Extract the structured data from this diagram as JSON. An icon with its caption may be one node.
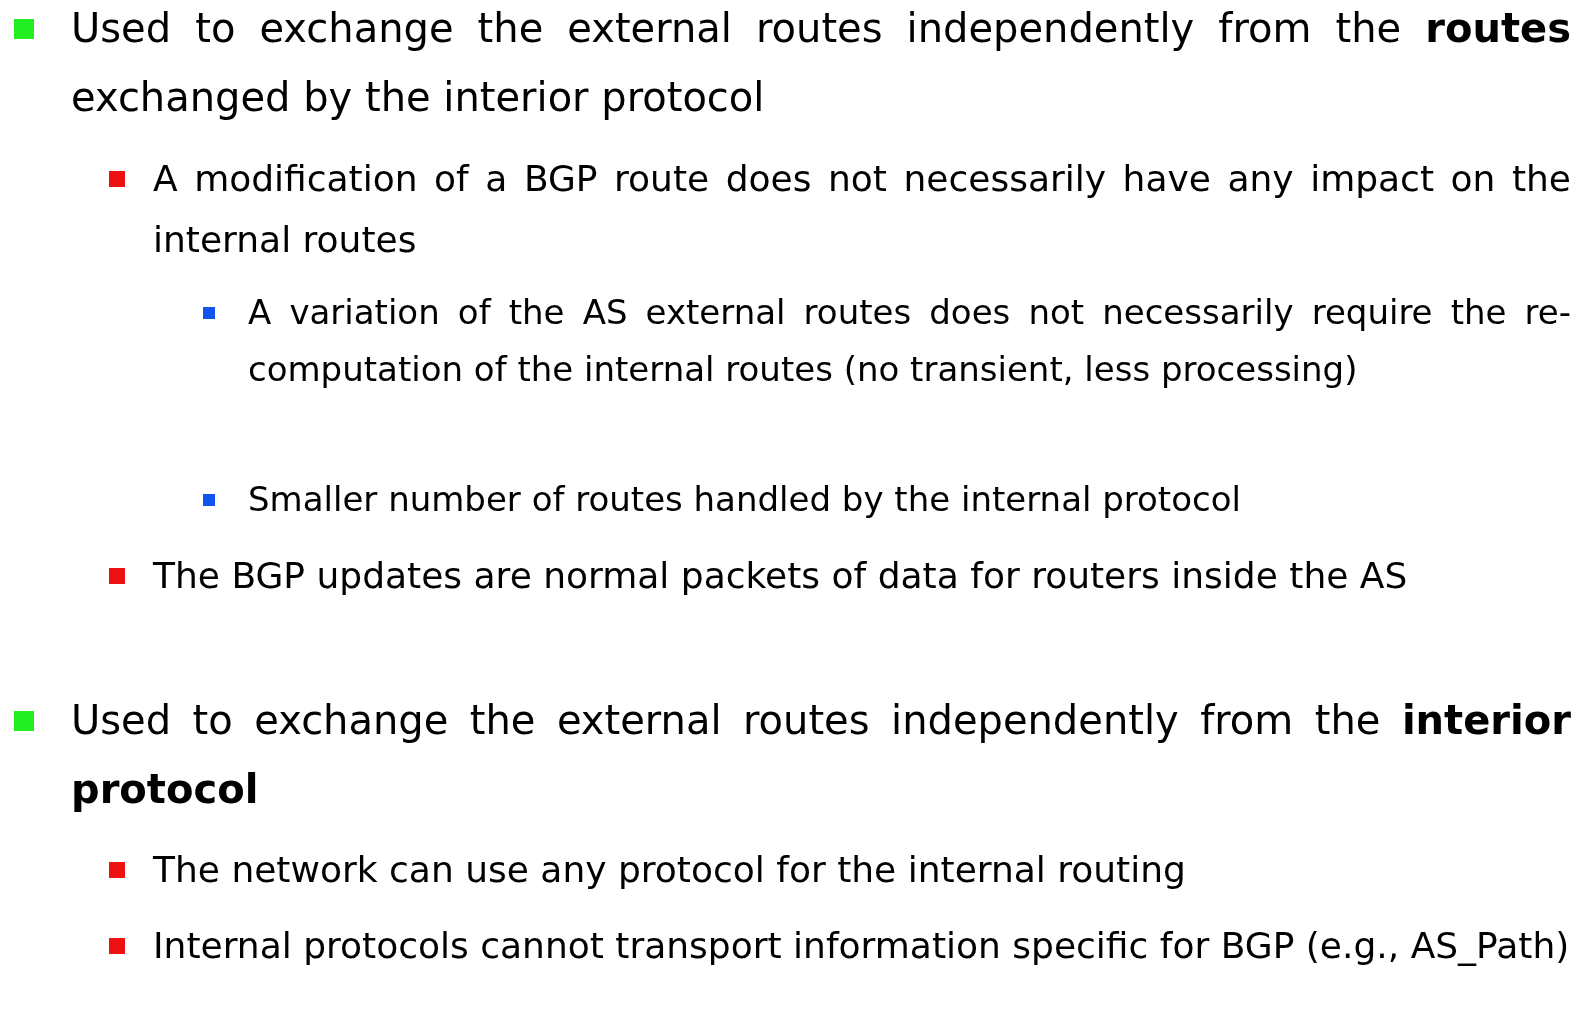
{
  "diagram": {
    "labels": [
      "Used to exchange the external routes independently from the **routes** exchanged by the interior protocol",
      "A modification of a BGP route does not necessarily have any impact on the internal routes",
      "A variation of the AS external routes does not necessarily require the re-computation of the internal routes (no transient, less processing)",
      "Smaller number of routes handled by the internal protocol",
      "The BGP updates are normal packets of data for routers inside the AS",
      "Used to exchange the external routes independently from the **interior protocol**",
      "The network can use any protocol for the internal routing",
      "Internal protocols cannot transport information specific for BGP (e.g., AS_Path)"
    ]
  }
}
